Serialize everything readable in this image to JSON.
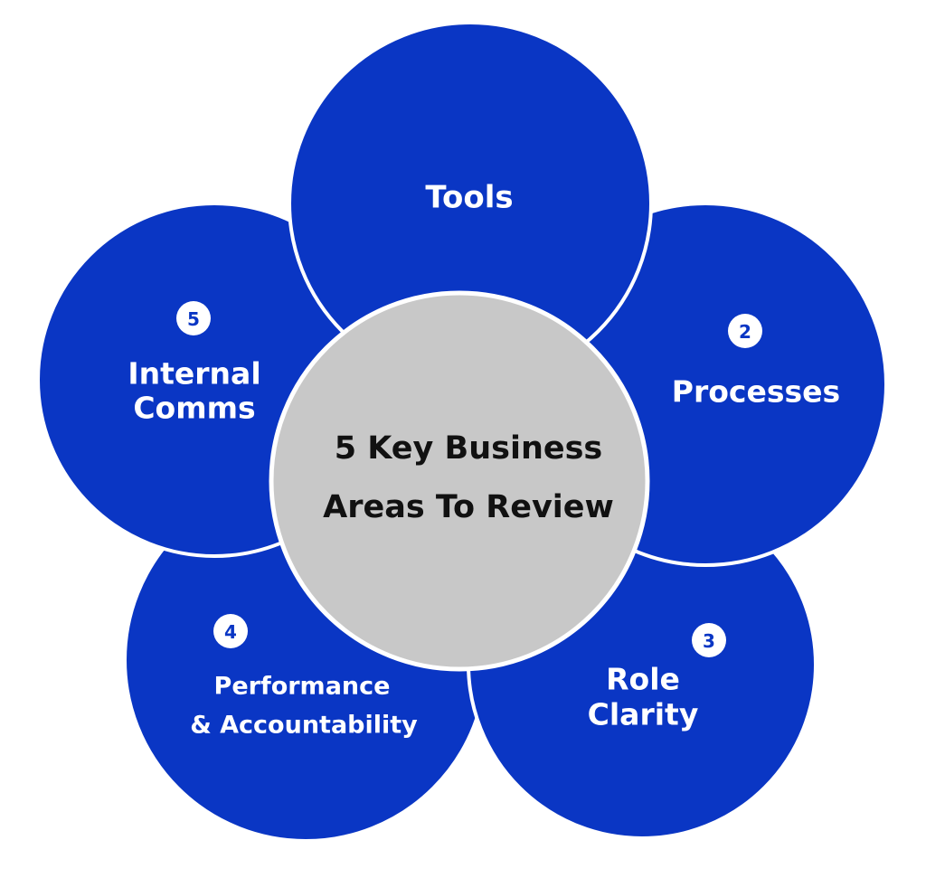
{
  "center": {
    "title_line1": "5 Key Business",
    "title_line2": "Areas To Review"
  },
  "areas": [
    {
      "label_line1": "Tools",
      "label_line2": "",
      "number": ""
    },
    {
      "label_line1": "Processes",
      "label_line2": "",
      "number": "2"
    },
    {
      "label_line1": "Role",
      "label_line2": "Clarity",
      "number": "3"
    },
    {
      "label_line1": "Performance",
      "label_line2": "& Accountability",
      "number": "4"
    },
    {
      "label_line1": "Internal",
      "label_line2": "Comms",
      "number": "5"
    }
  ],
  "colors": {
    "petal_fill": "#0a36c4",
    "center_fill": "#c8c8c8",
    "badge_text": "#0a36c4",
    "label_text": "#ffffff",
    "center_text": "#111111"
  }
}
